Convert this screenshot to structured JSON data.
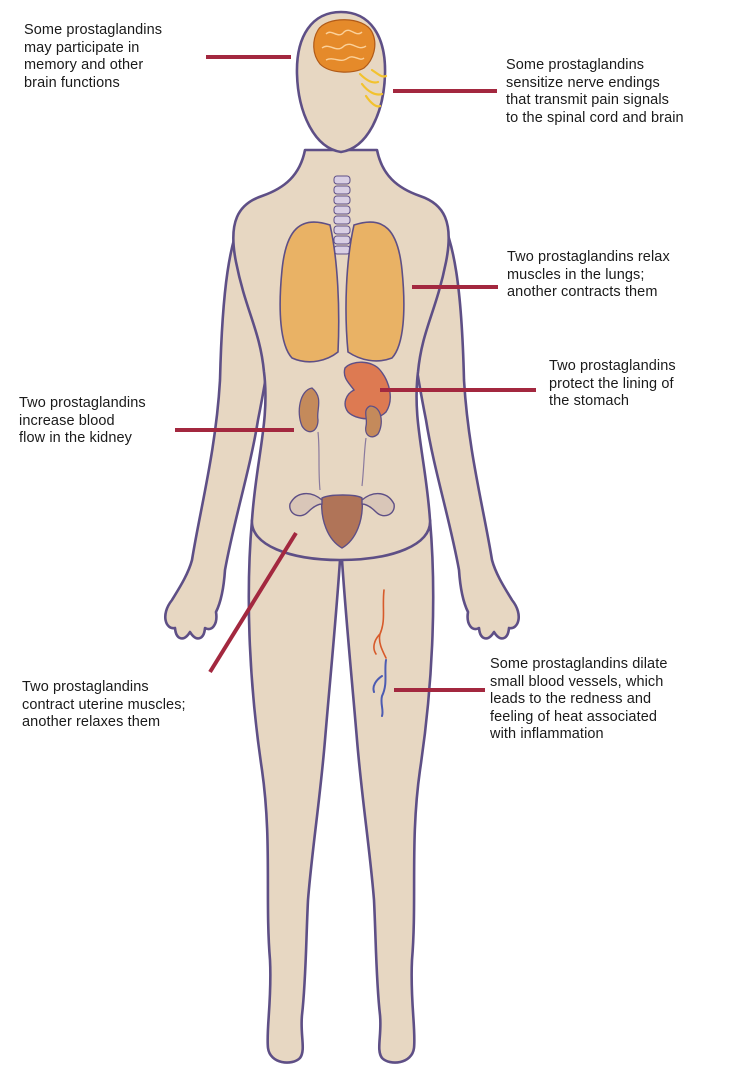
{
  "colors": {
    "leader_line": "#a3283f",
    "skin": "#e7d7c2",
    "outline": "#5e4f86",
    "lung": "#e9b265",
    "organ": "#c48a5b",
    "stomach": "#dd7a52",
    "brain": "#e58a2a",
    "nerve": "#f2c22e",
    "artery": "#d75a2a",
    "vein": "#4c5bb2"
  },
  "annotations": {
    "brain": "Some prostaglandins\nmay participate in\nmemory and other\nbrain functions",
    "nerve": "Some prostaglandins\nsensitize nerve endings\nthat transmit pain signals\nto the spinal cord and brain",
    "lungs": "Two prostaglandins relax\nmuscles in the lungs;\nanother contracts them",
    "stomach": "Two prostaglandins\nprotect the lining of\nthe stomach",
    "kidney": "Two prostaglandins\nincrease blood\nflow in the kidney",
    "uterus": "Two prostaglandins\ncontract uterine muscles;\nanother relaxes them",
    "vessels": "Some prostaglandins dilate\nsmall blood vessels, which\nleads to the redness and\nfeeling of heat associated\nwith inflammation"
  }
}
